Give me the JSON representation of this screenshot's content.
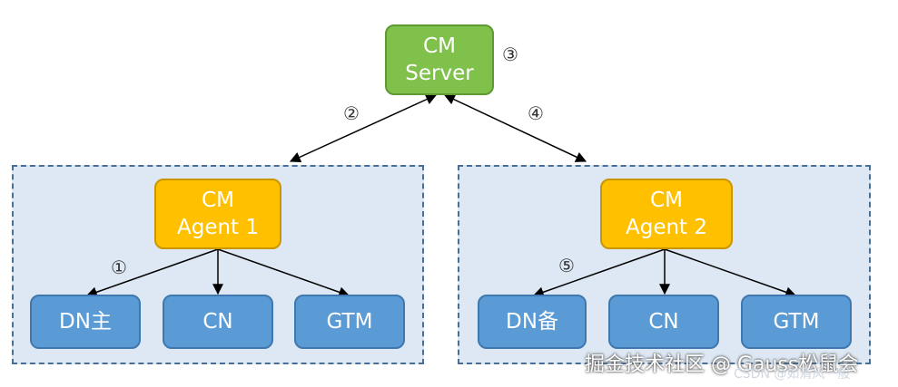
{
  "server": {
    "line1": "CM",
    "line2": "Server"
  },
  "agents": [
    {
      "line1": "CM",
      "line2": "Agent 1"
    },
    {
      "line1": "CM",
      "line2": "Agent 2"
    }
  ],
  "left_nodes": [
    "DN主",
    "CN",
    "GTM"
  ],
  "right_nodes": [
    "DN备",
    "CN",
    "GTM"
  ],
  "markers": [
    "①",
    "②",
    "③",
    "④",
    "⑤"
  ],
  "colors": {
    "server": "#7fc14a",
    "agent": "#ffc000",
    "node": "#5b9bd5",
    "group_fill": "#dde8f4",
    "group_border": "#4a6f95"
  },
  "watermark": {
    "main": "掘金技术社区 @ Gauss松鼠会",
    "sub": "CSDN @如清风一般"
  }
}
